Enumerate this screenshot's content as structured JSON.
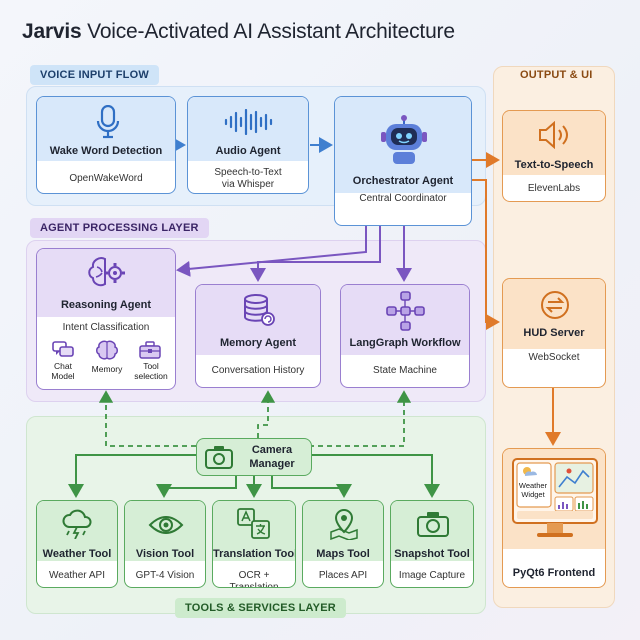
{
  "title": {
    "bold": "Jarvis",
    "rest": " Voice-Activated AI Assistant Architecture"
  },
  "layers": {
    "voice": "VOICE INPUT FLOW",
    "agent": "AGENT PROCESSING LAYER",
    "tools": "TOOLS & SERVICES LAYER",
    "output": "OUTPUT & UI"
  },
  "nodes": {
    "wake": {
      "title": "Wake Word Detection",
      "sub": "OpenWakeWord",
      "icon": "microphone-icon"
    },
    "audio": {
      "title": "Audio Agent",
      "sub1": "Speech-to-Text",
      "sub2": "via Whisper",
      "icon": "waveform-icon"
    },
    "orchestrator": {
      "title": "Orchestrator Agent",
      "sub": "Central Coordinator",
      "icon": "robot-icon"
    },
    "reasoning": {
      "title": "Reasoning Agent",
      "sub": "Intent Classification",
      "icon": "brain-gear-icon",
      "items": [
        {
          "line1": "Chat",
          "line2": "Model",
          "icon": "chat-bubbles-icon"
        },
        {
          "line1": "Memory",
          "line2": "",
          "icon": "brain-icon"
        },
        {
          "line1": "Tool",
          "line2": "selection",
          "icon": "toolbox-icon"
        }
      ]
    },
    "memory": {
      "title": "Memory Agent",
      "sub": "Conversation History",
      "icon": "database-icon"
    },
    "langgraph": {
      "title": "LangGraph Workflow",
      "sub": "State Machine",
      "icon": "workflow-graph-icon"
    },
    "camera": {
      "line1": "Camera",
      "line2": "Manager",
      "icon": "camera-icon"
    },
    "weather": {
      "title": "Weather Tool",
      "sub": "Weather API",
      "icon": "storm-cloud-icon"
    },
    "vision": {
      "title": "Vision Tool",
      "sub": "GPT-4 Vision",
      "icon": "eye-icon"
    },
    "translation": {
      "title": "Translation Tool",
      "sub": "OCR + Translation",
      "icon": "translate-icon"
    },
    "maps": {
      "title": "Maps Tool",
      "sub": "Places API",
      "icon": "map-pin-icon"
    },
    "snapshot": {
      "title": "Snapshot Tool",
      "sub": "Image Capture",
      "icon": "camera-icon"
    },
    "tts": {
      "title": "Text-to-Speech",
      "sub": "ElevenLabs",
      "icon": "speaker-icon"
    },
    "hud": {
      "title": "HUD Server",
      "sub": "WebSocket",
      "icon": "sync-icon"
    },
    "frontend": {
      "title": "PyQt6 Frontend",
      "widget1": "Weather",
      "widget2": "Widget",
      "icon": "dashboard-monitor-icon"
    }
  },
  "colors": {
    "blue": "#3f7fcf",
    "purple": "#7a56c0",
    "green": "#3f9446",
    "orange": "#e07a2a",
    "text": "#1f2430"
  }
}
